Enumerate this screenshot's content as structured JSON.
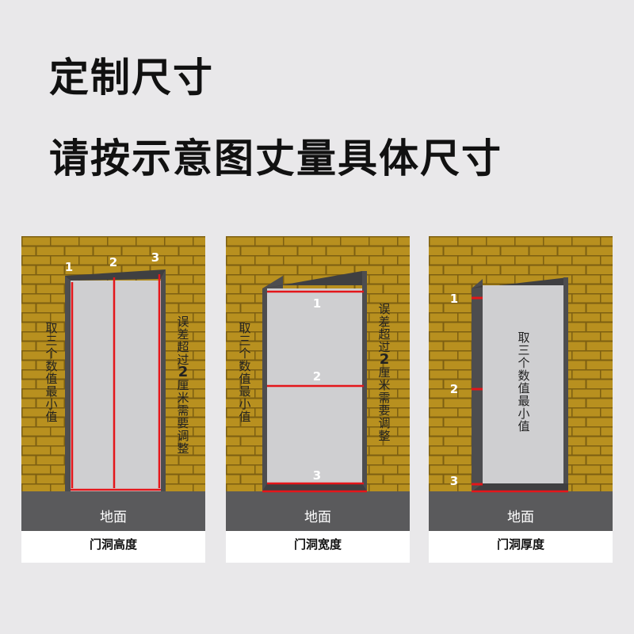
{
  "heading": {
    "title": "定制尺寸",
    "subtitle": "请按示意图丈量具体尺寸"
  },
  "colors": {
    "brick": "#b8901f",
    "mortar": "#7d5f12",
    "opening": "#cfcfd1",
    "frame": "#4d4d4f",
    "floor": "#5a5a5c",
    "measure_line": "#e4161a"
  },
  "panels": [
    {
      "id": "height",
      "caption": "门洞高度",
      "floor_label": "地面",
      "left_note": "取三个数值最小值",
      "right_note_pre": "误差超过",
      "right_note_num": "2",
      "right_note_post": "厘米需要调整",
      "markers": [
        "1",
        "2",
        "3"
      ]
    },
    {
      "id": "width",
      "caption": "门洞宽度",
      "floor_label": "地面",
      "left_note": "取三个数值最小值",
      "right_note_pre": "误差超过",
      "right_note_num": "2",
      "right_note_post": "厘米需要调整",
      "markers": [
        "1",
        "2",
        "3"
      ]
    },
    {
      "id": "depth",
      "caption": "门洞厚度",
      "floor_label": "地面",
      "center_note": "取三个数值最小值",
      "markers": [
        "1",
        "2",
        "3"
      ]
    }
  ]
}
